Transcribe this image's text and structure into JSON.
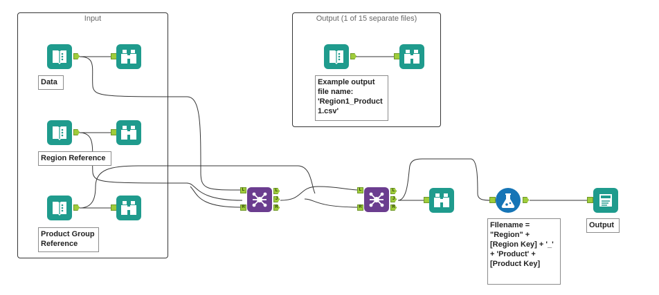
{
  "containers": {
    "input_title": "Input",
    "output_title": "Output (1 of 15 separate files)"
  },
  "annotations": {
    "data": "Data",
    "region_reference": "Region Reference",
    "product_group_reference": "Product Group Reference",
    "example_output": "Example output file name: 'Region1_Product 1.csv'",
    "filename_formula": "FIlename = \"Region\" + [Region Key] + '_' + 'Product' + [Product Key]",
    "output": "Output"
  },
  "anchors": {
    "left": "L",
    "join": "J",
    "right": "R"
  },
  "colors": {
    "teal": "#1f9b8d",
    "purple": "#6b3d8f",
    "blue": "#1675b6",
    "anchor_green": "#9fcc3b"
  },
  "icons": {
    "input": "book-icon",
    "browse": "binoculars-icon",
    "join": "join-icon",
    "formula": "flask-icon",
    "output": "document-output-icon"
  }
}
